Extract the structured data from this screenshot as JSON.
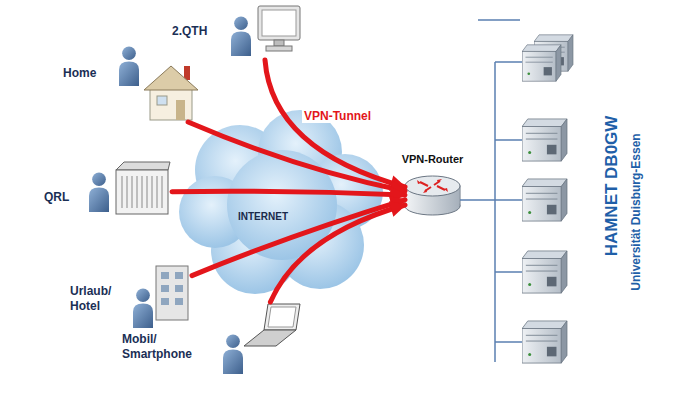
{
  "diagram": {
    "nodes": [
      {
        "text": [
          "2.QTH"
        ]
      },
      {
        "text": [
          "Home"
        ]
      },
      {
        "text": [
          "QRL"
        ]
      },
      {
        "text": [
          "Urlaub/ Hotel"
        ]
      },
      {
        "text": [
          "Mobil/ Smartphone"
        ]
      },
      {
        "text": [
          "VPN-Router"
        ]
      }
    ],
    "edges": [
      {
        "from": 0,
        "to": 5,
        "arrow": "to",
        "label": "VPN-Tunnel"
      },
      {
        "from": 1,
        "to": 5,
        "arrow": "to"
      },
      {
        "from": 2,
        "to": 5,
        "arrow": "to"
      },
      {
        "from": 3,
        "to": 5,
        "arrow": "to"
      },
      {
        "from": 4,
        "to": 5,
        "arrow": "to"
      }
    ],
    "labels": [
      "INTERNET",
      "HAMNET DB0GW",
      "Universität Duisburg-Essen"
    ]
  }
}
